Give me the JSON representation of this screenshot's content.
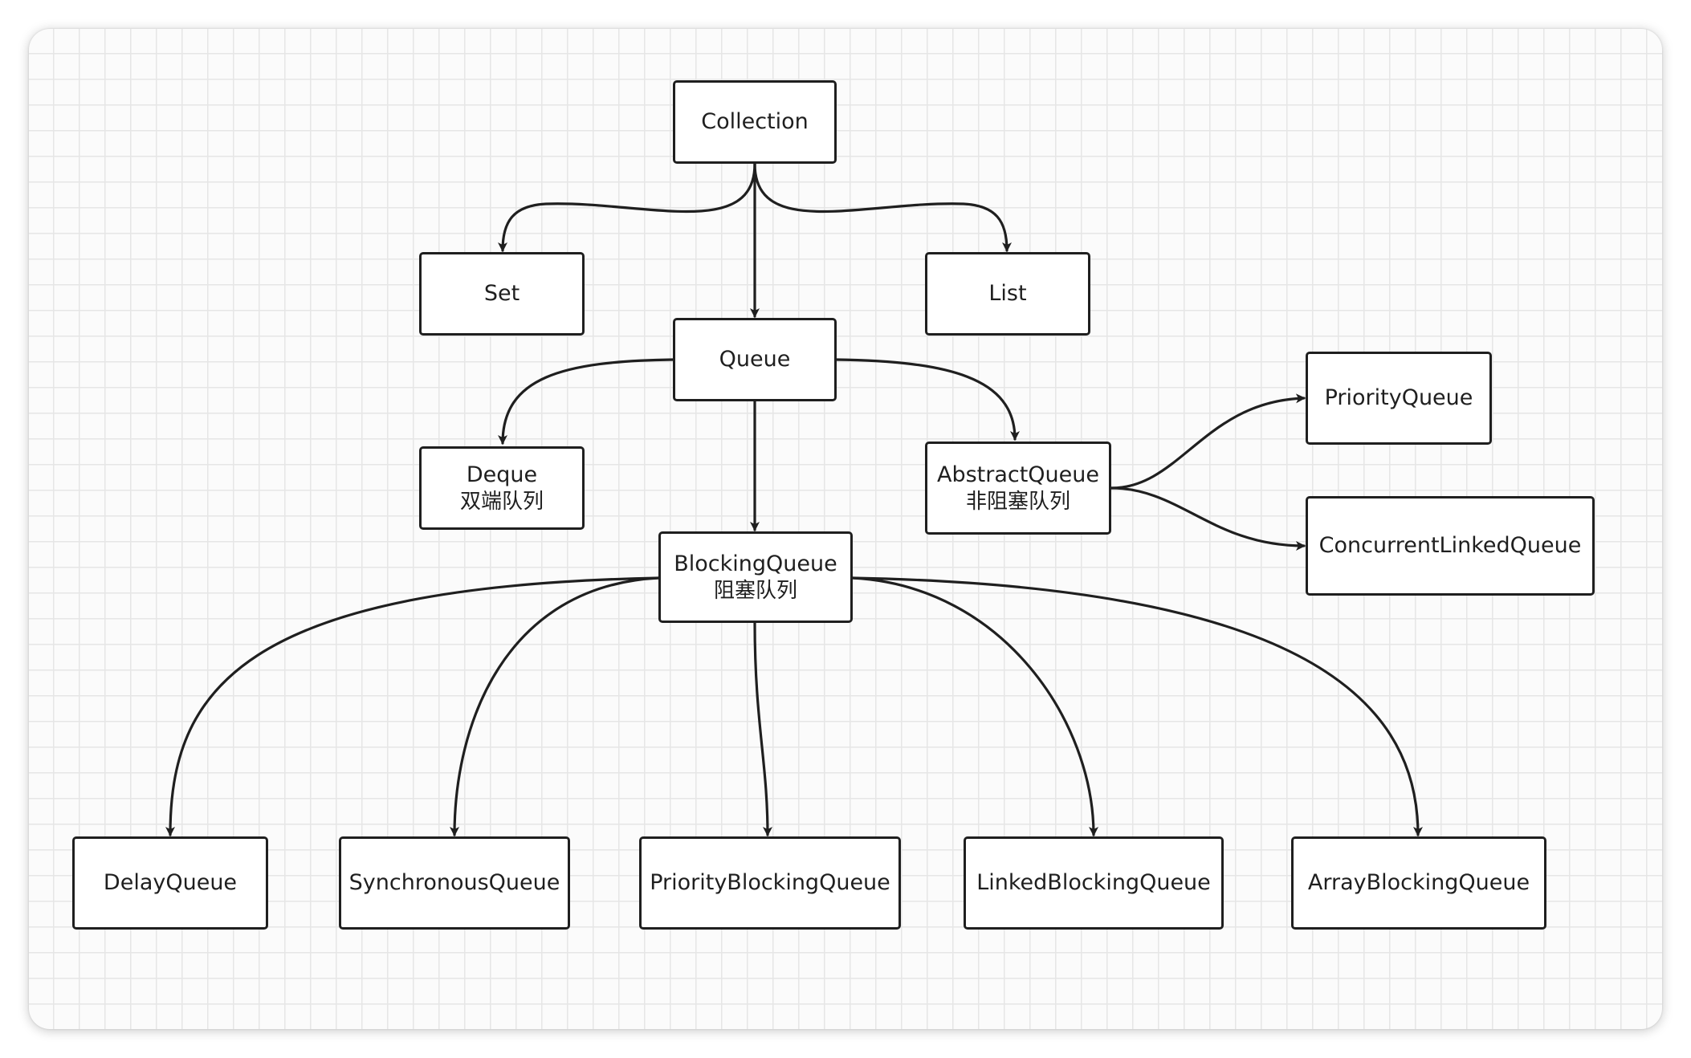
{
  "colors": {
    "stroke": "#1f1f1f",
    "node_fill": "#ffffff",
    "grid_line": "#e6e6e6",
    "canvas_bg": "#fbfbfb"
  },
  "nodes": {
    "collection": {
      "label": "Collection"
    },
    "set": {
      "label": "Set"
    },
    "list": {
      "label": "List"
    },
    "queue": {
      "label": "Queue"
    },
    "deque": {
      "label": "Deque",
      "sub": "双端队列"
    },
    "abstract_queue": {
      "label": "AbstractQueue",
      "sub": "非阻塞队列"
    },
    "priority_queue": {
      "label": "PriorityQueue"
    },
    "concurrent_linked_queue": {
      "label": "ConcurrentLinkedQueue"
    },
    "blocking_queue": {
      "label": "BlockingQueue",
      "sub": "阻塞队列"
    },
    "delay_queue": {
      "label": "DelayQueue"
    },
    "synchronous_queue": {
      "label": "SynchronousQueue"
    },
    "priority_blocking_queue": {
      "label": "PriorityBlockingQueue"
    },
    "linked_blocking_queue": {
      "label": "LinkedBlockingQueue"
    },
    "array_blocking_queue": {
      "label": "ArrayBlockingQueue"
    }
  },
  "edges": [
    {
      "from": "collection",
      "to": "set"
    },
    {
      "from": "collection",
      "to": "queue"
    },
    {
      "from": "collection",
      "to": "list"
    },
    {
      "from": "queue",
      "to": "deque"
    },
    {
      "from": "queue",
      "to": "abstract_queue"
    },
    {
      "from": "queue",
      "to": "blocking_queue"
    },
    {
      "from": "abstract_queue",
      "to": "priority_queue"
    },
    {
      "from": "abstract_queue",
      "to": "concurrent_linked_queue"
    },
    {
      "from": "blocking_queue",
      "to": "delay_queue"
    },
    {
      "from": "blocking_queue",
      "to": "synchronous_queue"
    },
    {
      "from": "blocking_queue",
      "to": "priority_blocking_queue"
    },
    {
      "from": "blocking_queue",
      "to": "linked_blocking_queue"
    },
    {
      "from": "blocking_queue",
      "to": "array_blocking_queue"
    }
  ]
}
